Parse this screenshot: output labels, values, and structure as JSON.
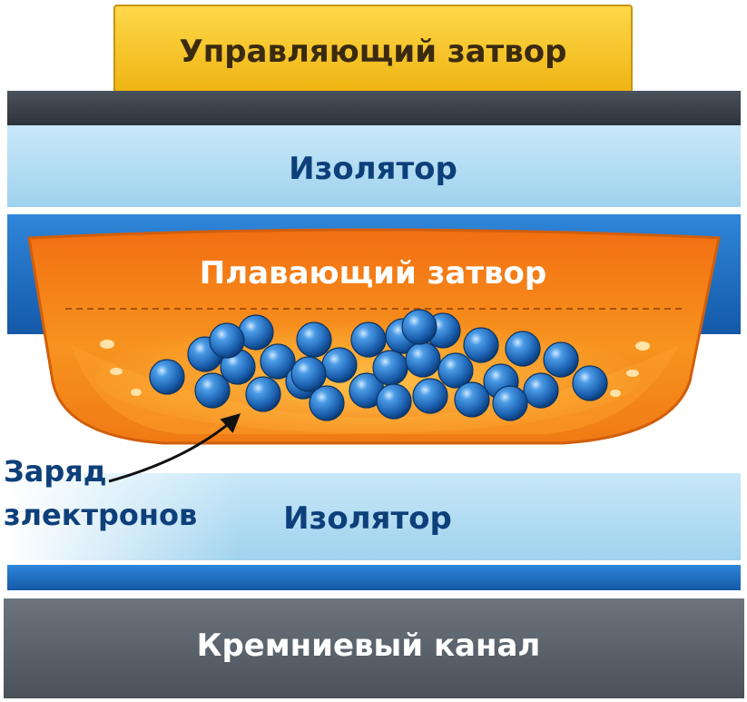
{
  "labels": {
    "control_gate": "Управляющий затвор",
    "insulator_top": "Изолятор",
    "floating_gate": "Плавающий затвор",
    "electron_charge_line1": "Заряд",
    "electron_charge_line2": "злектронов",
    "insulator_bottom": "Изолятор",
    "silicon_channel": "Кремниевый канал"
  },
  "electron_count": 31,
  "colors": {
    "control_gate": "#f5c518",
    "control_gate_text": "#3a2a10",
    "dark_layer": "#3b4450",
    "insulator": "#a9d8f0",
    "insulator_text": "#0d3f7a",
    "blue_stripe": "#1e73c8",
    "floating_gate": "#f07c1e",
    "floating_gate_text": "#ffffff",
    "electron": "#1e6fc4",
    "charge_text": "#0d3f7a",
    "silicon": "#5e6670",
    "silicon_text": "#ffffff"
  }
}
